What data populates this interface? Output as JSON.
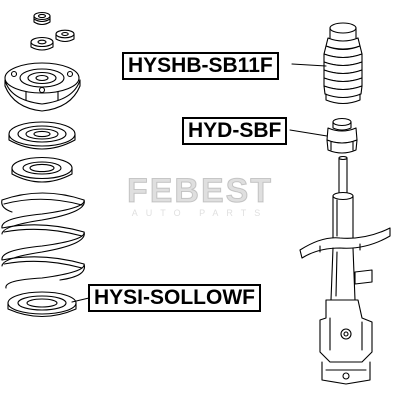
{
  "watermark": {
    "brand": "FEBEST",
    "subtitle": "AUTO PARTS"
  },
  "parts": {
    "boot": {
      "code": "HYSHB-SB11F",
      "icon": "dust-boot-icon"
    },
    "bump_stop": {
      "code": "HYD-SBF",
      "icon": "bump-stop-icon"
    },
    "spring_seat": {
      "code": "HYSI-SOLLOWF",
      "icon": "spring-seat-icon"
    }
  },
  "colors": {
    "line": "#000000",
    "label_border": "#000000",
    "label_background": "#ffffff"
  }
}
